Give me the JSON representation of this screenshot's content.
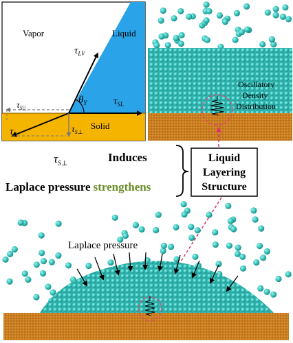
{
  "panel_young": {
    "vapor": "Vapor",
    "liquid": "Liquid",
    "solid": "Solid",
    "tau_lv": "τ",
    "tau_lv_sub": "LV",
    "theta": "θ",
    "theta_sub": "Y",
    "tau_sl": "τ",
    "tau_sl_sub": "SL",
    "tau_s_par": "τ",
    "tau_s_par_sub": "S||",
    "tau_s": "τ",
    "tau_s_sub": "S",
    "tau_s_perp": "τ",
    "tau_s_perp_sub": "S⊥",
    "colors": {
      "liquid": "#2aa3e8",
      "solid": "#f4b400",
      "vapor": "#ffffff"
    }
  },
  "panel_layer": {
    "line1": "Oscillatory",
    "line2": "Density",
    "line3": "Distribution",
    "colors": {
      "atom": "#3cc7c0",
      "substrate": "#c87a1e",
      "circle": "#e0446e"
    }
  },
  "middle": {
    "tau_perp": "τ",
    "tau_perp_sub": "S⊥",
    "induces": "Induces",
    "laplace_strengthens_a": "Laplace pressure",
    "laplace_strengthens_b": "strengthens",
    "box_line1": "Liquid",
    "box_line2": "Layering",
    "box_line3": "Structure",
    "colors": {
      "strengthens": "#6a8c2a"
    }
  },
  "panel_droplet": {
    "laplace_label": "Laplace pressure"
  }
}
